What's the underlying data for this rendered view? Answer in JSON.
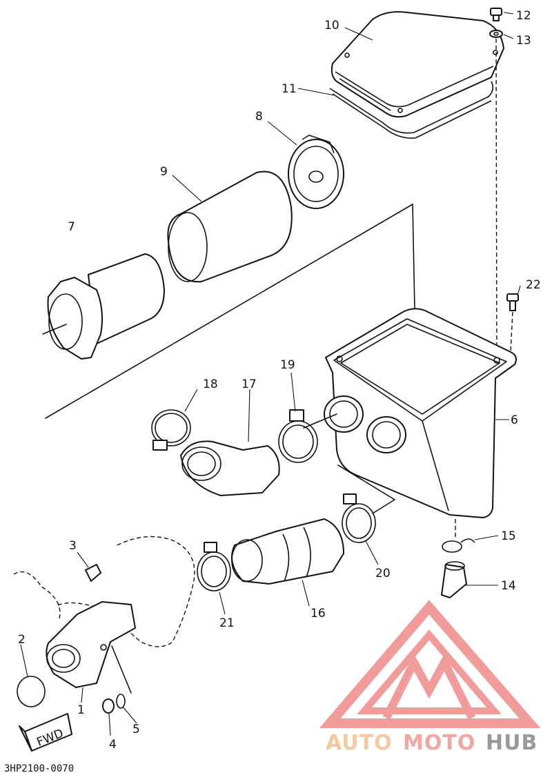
{
  "diagram": {
    "drawing_code": "3HP2100-0070",
    "fwd_label": "FWD",
    "callouts": [
      {
        "id": "c1",
        "text": "1"
      },
      {
        "id": "c2",
        "text": "2"
      },
      {
        "id": "c3",
        "text": "3"
      },
      {
        "id": "c4",
        "text": "4"
      },
      {
        "id": "c5",
        "text": "5"
      },
      {
        "id": "c6",
        "text": "6"
      },
      {
        "id": "c7",
        "text": "7"
      },
      {
        "id": "c8",
        "text": "8"
      },
      {
        "id": "c9",
        "text": "9"
      },
      {
        "id": "c10",
        "text": "10"
      },
      {
        "id": "c11",
        "text": "11"
      },
      {
        "id": "c12",
        "text": "12"
      },
      {
        "id": "c13",
        "text": "13"
      },
      {
        "id": "c14",
        "text": "14"
      },
      {
        "id": "c15",
        "text": "15"
      },
      {
        "id": "c16",
        "text": "16"
      },
      {
        "id": "c17",
        "text": "17"
      },
      {
        "id": "c18",
        "text": "18"
      },
      {
        "id": "c19",
        "text": "19"
      },
      {
        "id": "c20",
        "text": "20"
      },
      {
        "id": "c21",
        "text": "21"
      },
      {
        "id": "c22",
        "text": "22"
      }
    ]
  },
  "watermark": {
    "part1": "AUTO",
    "part2": "MOTO",
    "part3": "HUB",
    "color_auto": "#f5c9a0",
    "color_moto": "#f4a6a0",
    "color_hub": "#9a9a9a",
    "logo_color": "#f08a8a"
  }
}
